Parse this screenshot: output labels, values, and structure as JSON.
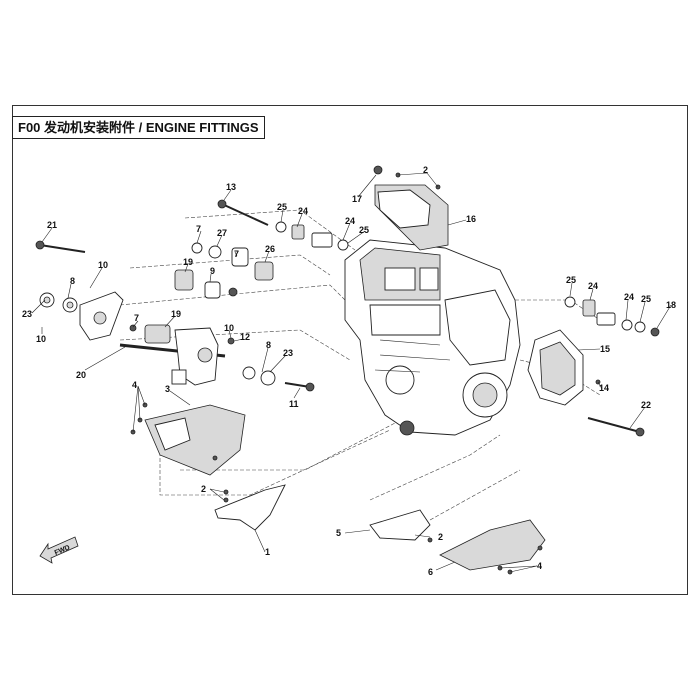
{
  "title": "F00 发动机安装附件 / ENGINE FITTINGS",
  "fwd_label": "FWD",
  "callouts": [
    {
      "id": "c1",
      "label": "1"
    },
    {
      "id": "c2a",
      "label": "2"
    },
    {
      "id": "c2b",
      "label": "2"
    },
    {
      "id": "c2c",
      "label": "2"
    },
    {
      "id": "c3",
      "label": "3"
    },
    {
      "id": "c4a",
      "label": "4"
    },
    {
      "id": "c4b",
      "label": "4"
    },
    {
      "id": "c5",
      "label": "5"
    },
    {
      "id": "c6",
      "label": "6"
    },
    {
      "id": "c7a",
      "label": "7"
    },
    {
      "id": "c7b",
      "label": "7"
    },
    {
      "id": "c7c",
      "label": "7"
    },
    {
      "id": "c8a",
      "label": "8"
    },
    {
      "id": "c8b",
      "label": "8"
    },
    {
      "id": "c9",
      "label": "9"
    },
    {
      "id": "c10a",
      "label": "10"
    },
    {
      "id": "c10b",
      "label": "10"
    },
    {
      "id": "c10c",
      "label": "10"
    },
    {
      "id": "c11",
      "label": "11"
    },
    {
      "id": "c12",
      "label": "12"
    },
    {
      "id": "c13",
      "label": "13"
    },
    {
      "id": "c14",
      "label": "14"
    },
    {
      "id": "c15",
      "label": "15"
    },
    {
      "id": "c16",
      "label": "16"
    },
    {
      "id": "c17",
      "label": "17"
    },
    {
      "id": "c18",
      "label": "18"
    },
    {
      "id": "c19a",
      "label": "19"
    },
    {
      "id": "c19b",
      "label": "19"
    },
    {
      "id": "c20",
      "label": "20"
    },
    {
      "id": "c21",
      "label": "21"
    },
    {
      "id": "c22",
      "label": "22"
    },
    {
      "id": "c23a",
      "label": "23"
    },
    {
      "id": "c23b",
      "label": "23"
    },
    {
      "id": "c24a",
      "label": "24"
    },
    {
      "id": "c24b",
      "label": "24"
    },
    {
      "id": "c24c",
      "label": "24"
    },
    {
      "id": "c24d",
      "label": "24"
    },
    {
      "id": "c25a",
      "label": "25"
    },
    {
      "id": "c25b",
      "label": "25"
    },
    {
      "id": "c25c",
      "label": "25"
    },
    {
      "id": "c25d",
      "label": "25"
    },
    {
      "id": "c26",
      "label": "26"
    },
    {
      "id": "c27",
      "label": "27"
    }
  ]
}
